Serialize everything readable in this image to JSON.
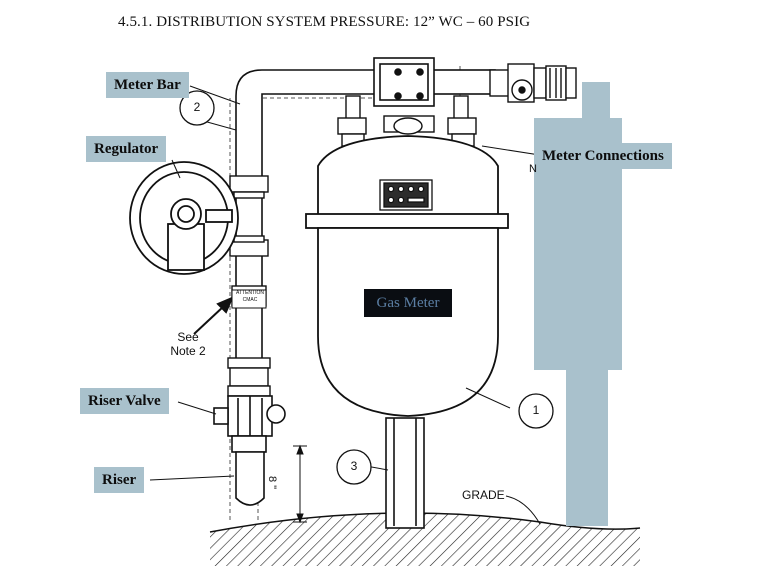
{
  "heading": "4.5.1.    DISTRIBUTION SYSTEM PRESSURE:  12” WC – 60 PSIG",
  "callouts": {
    "meter_bar": "Meter Bar",
    "regulator": "Regulator",
    "meter_connections": "Meter Connections",
    "riser_valve": "Riser Valve",
    "riser": "Riser",
    "gas_meter": "Gas Meter"
  },
  "annotations": {
    "see_note_line1": "See",
    "see_note_line2": "Note 2",
    "grade": "GRADE",
    "dimension": "8 \"",
    "tag_attention": "ATTENTION",
    "tag_cmac": "CMAC",
    "partial_n": "N"
  },
  "markers": [
    "1",
    "2",
    "3"
  ],
  "colors": {
    "callout_bg": "#a9c1cc",
    "gas_meter_bg": "#0a0d12",
    "gas_meter_text": "#5b7ea3",
    "post": "#a9c1cc"
  },
  "icons": [
    "regulator-icon",
    "riser-valve-icon",
    "meter-dial-icon"
  ]
}
